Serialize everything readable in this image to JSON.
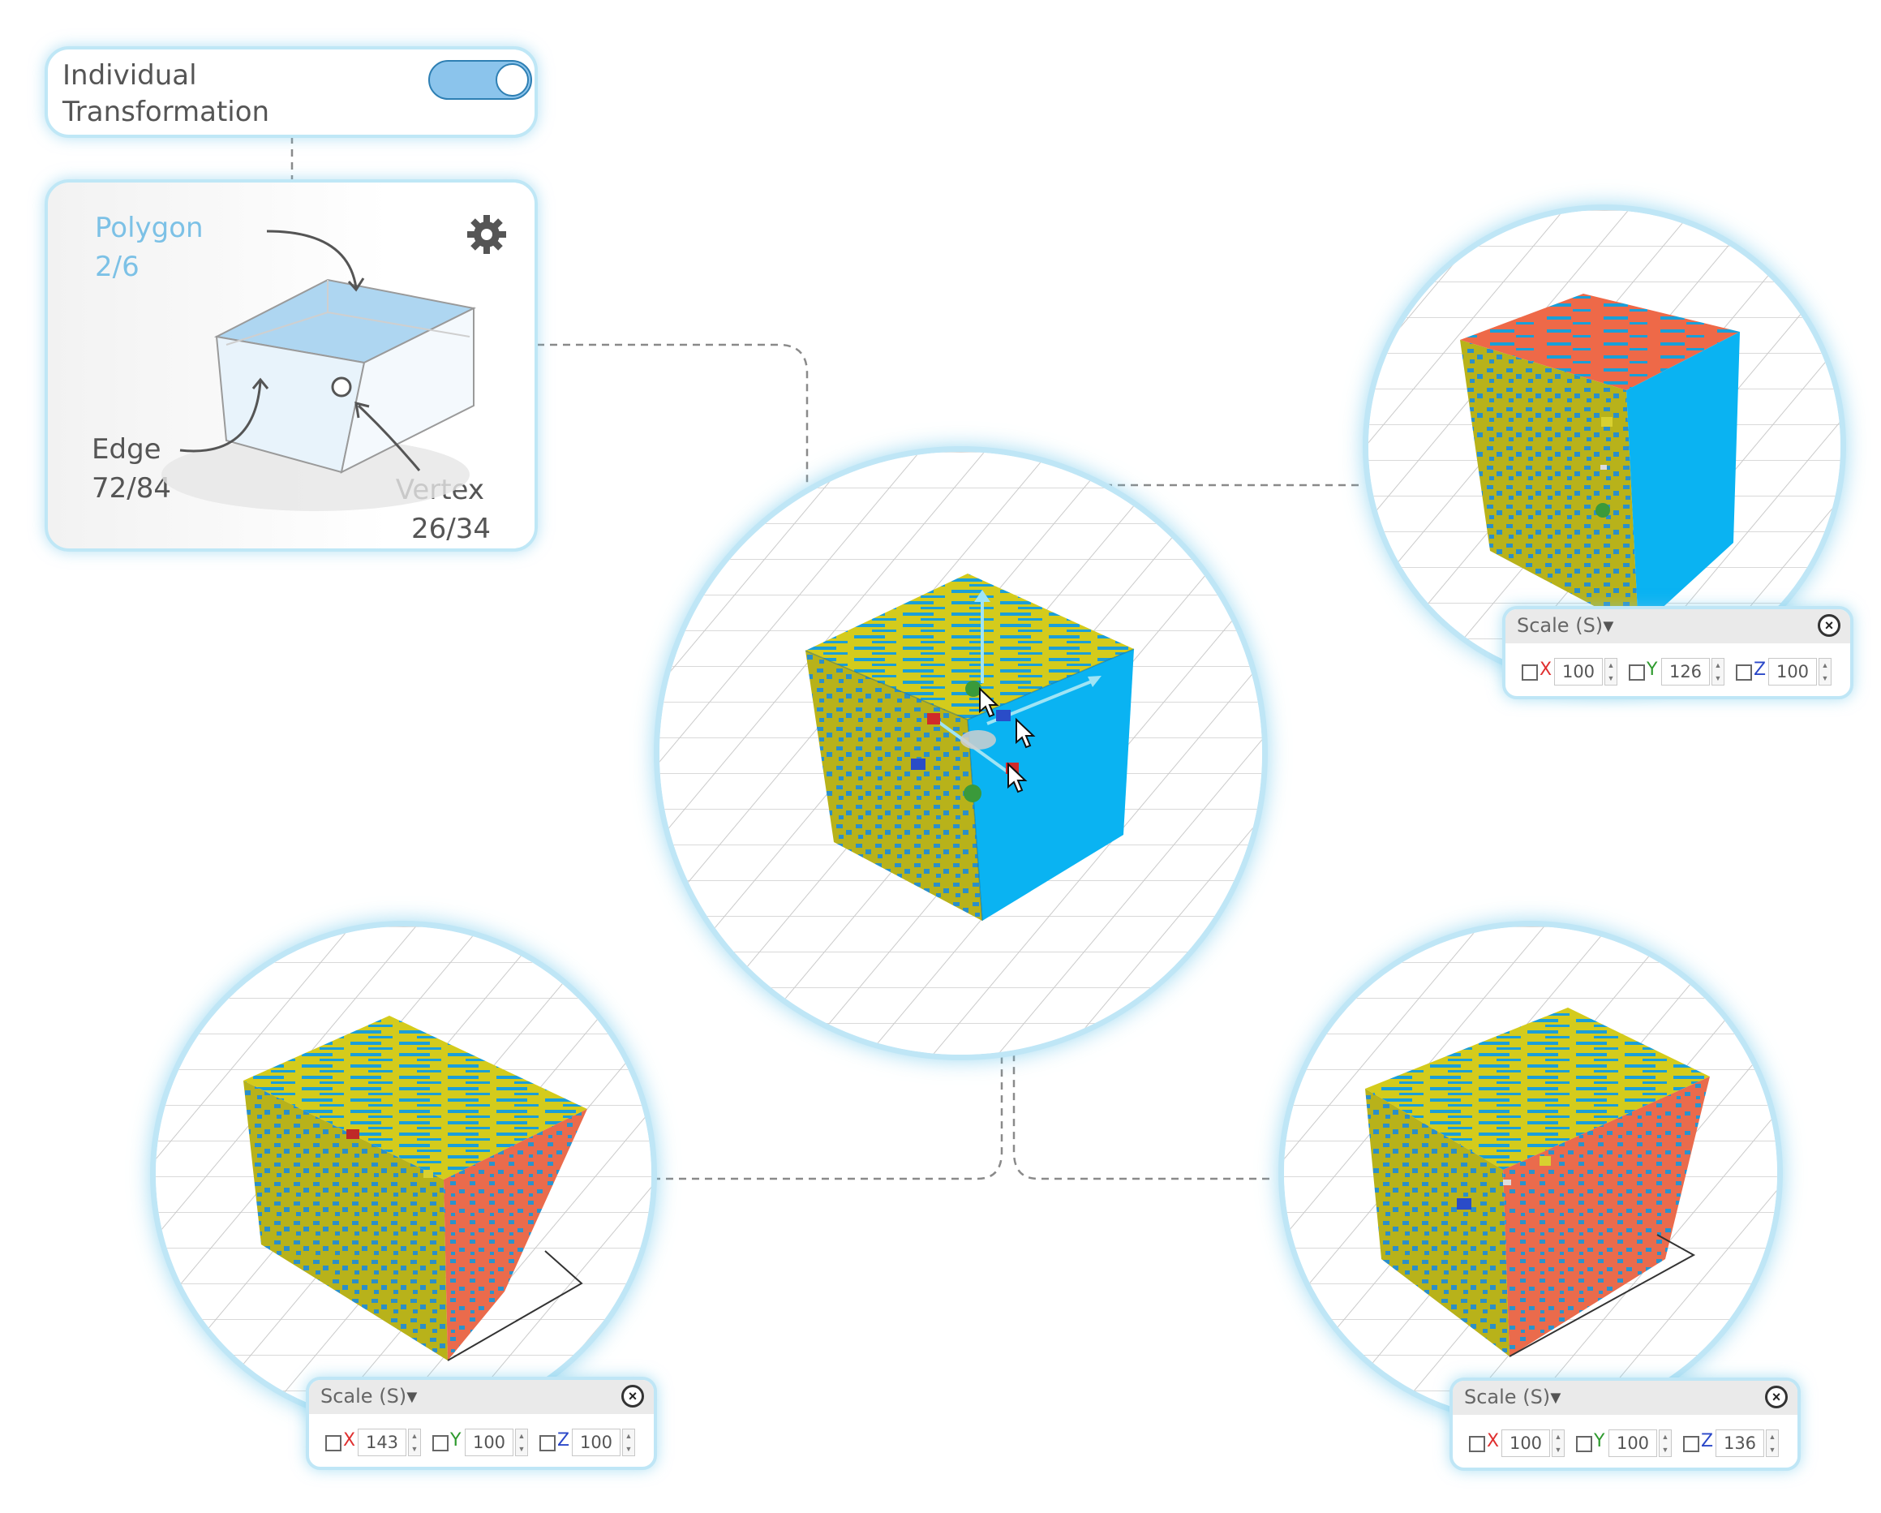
{
  "toggle": {
    "label_line1": "Individual",
    "label_line2": "Transformation",
    "state": "on"
  },
  "selection": {
    "polygon_label": "Polygon",
    "polygon_count": "2/6",
    "edge_label": "Edge",
    "edge_count": "72/84",
    "vertex_label": "Vertex",
    "vertex_count": "26/34"
  },
  "panels": [
    {
      "title": "Scale (S)",
      "x_label": "X",
      "x": "100",
      "y_label": "Y",
      "y": "126",
      "z_label": "Z",
      "z": "100"
    },
    {
      "title": "Scale (S)",
      "x_label": "X",
      "x": "143",
      "y_label": "Y",
      "y": "100",
      "z_label": "Z",
      "z": "100"
    },
    {
      "title": "Scale (S)",
      "x_label": "X",
      "x": "100",
      "y_label": "Y",
      "y": "100",
      "z_label": "Z",
      "z": "136"
    }
  ],
  "colors": {
    "accent": "#7cc1e6",
    "glow": "#bfe6f6",
    "cube_blue": "#0ab3f2",
    "cube_yellow": "#c9c316",
    "cube_red": "#ee6a48",
    "axis_x": "#e03030",
    "axis_y": "#2e9a2e",
    "axis_z": "#2a47c8"
  }
}
